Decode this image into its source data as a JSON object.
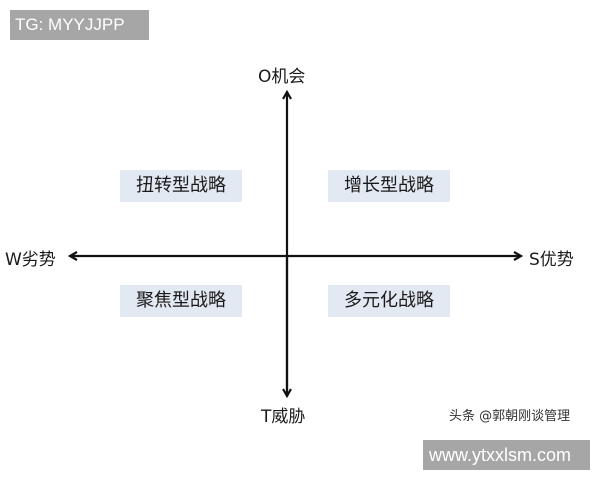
{
  "watermark_top": "TG: MYYJJPP",
  "watermark_bottom": "www.ytxxlsm.com",
  "credit": "头条 @郭朝刚谈管理",
  "axes": {
    "top": "O机会",
    "bottom": "T威胁",
    "left": "W劣势",
    "right": "S优势"
  },
  "quadrants": {
    "top_left": "扭转型战略",
    "top_right": "增长型战略",
    "bottom_left": "聚焦型战略",
    "bottom_right": "多元化战略"
  },
  "colors": {
    "quadrant_bg": "#e3e9f3",
    "axis": "#111111",
    "watermark_bg": "#a6a6a6"
  }
}
